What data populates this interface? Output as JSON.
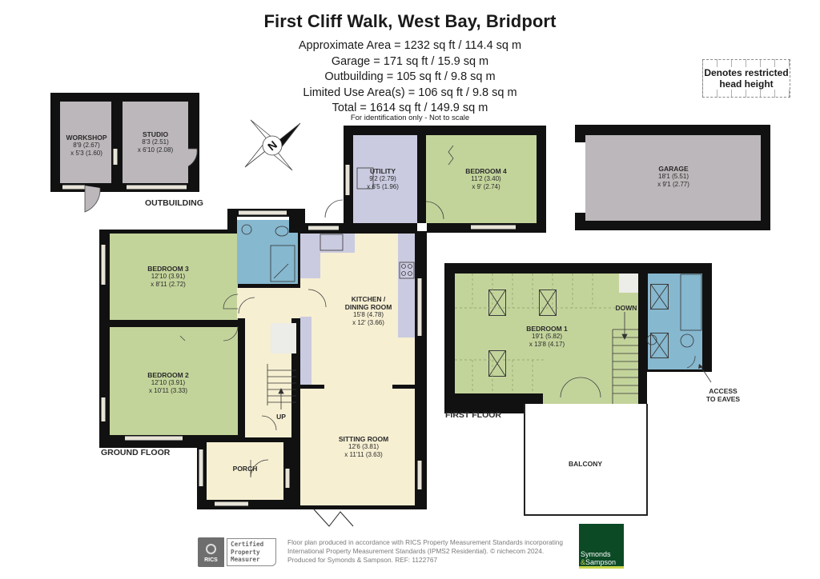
{
  "header": {
    "title": "First Cliff Walk, West Bay, Bridport",
    "areas": [
      "Approximate Area = 1232 sq ft / 114.4 sq m",
      "Garage = 171 sq ft / 15.9 sq m",
      "Outbuilding = 105 sq ft / 9.8 sq m",
      "Limited Use Area(s) = 106 sq ft / 9.8 sq m",
      "Total = 1614 sq ft / 149.9 sq m"
    ],
    "note": "For identification only - Not to scale"
  },
  "legend": {
    "label": "Denotes restricted head height"
  },
  "compass": {
    "letter": "N",
    "icon": "north-arrow-compass-icon"
  },
  "floors": {
    "outbuilding": {
      "label": "OUTBUILDING",
      "rooms": [
        {
          "name": "WORKSHOP",
          "dim1": "8'9 (2.67)",
          "dim2": "x 5'3 (1.60)"
        },
        {
          "name": "STUDIO",
          "dim1": "8'3 (2.51)",
          "dim2": "x 6'10 (2.08)"
        }
      ]
    },
    "garage": {
      "rooms": [
        {
          "name": "GARAGE",
          "dim1": "18'1 (5.51)",
          "dim2": "x 9'1 (2.77)"
        }
      ]
    },
    "ground": {
      "label": "GROUND FLOOR",
      "rooms": [
        {
          "name": "UTILITY",
          "dim1": "9'2 (2.79)",
          "dim2": "x 6'5 (1.96)"
        },
        {
          "name": "BEDROOM 4",
          "dim1": "11'2 (3.40)",
          "dim2": "x 9' (2.74)"
        },
        {
          "name": "BEDROOM 3",
          "dim1": "12'10 (3.91)",
          "dim2": "x 8'11 (2.72)"
        },
        {
          "name": "BEDROOM 2",
          "dim1": "12'10 (3.91)",
          "dim2": "x 10'11 (3.33)"
        },
        {
          "name": "KITCHEN /",
          "name2": "DINING ROOM",
          "dim1": "15'8 (4.78)",
          "dim2": "x 12' (3.66)"
        },
        {
          "name": "SITTING ROOM",
          "dim1": "12'6 (3.81)",
          "dim2": "x 11'11 (3.63)"
        },
        {
          "name": "PORCH"
        }
      ],
      "stairs_label": "UP"
    },
    "first": {
      "label": "FIRST FLOOR",
      "rooms": [
        {
          "name": "BEDROOM 1",
          "dim1": "19'1 (5.82)",
          "dim2": "x 13'8 (4.17)"
        },
        {
          "name": "BALCONY"
        }
      ],
      "stairs_label": "DOWN",
      "eaves_label_1": "ACCESS",
      "eaves_label_2": "TO EAVES"
    }
  },
  "colors": {
    "bedroom_green": "#c3d49b",
    "hall_cream": "#f6efd2",
    "garage_grey": "#bcb7ba",
    "utility_lavender": "#cacbe0",
    "bathroom_blue": "#86b8cf",
    "wall_black": "#111111",
    "brand_green": "#0b4a25"
  },
  "footer": {
    "rics_badge": "RICS",
    "rics_cert": [
      "Certified",
      "Property",
      "Measurer"
    ],
    "disclaimer": [
      "Floor plan produced in accordance with RICS Property Measurement Standards incorporating",
      "International Property Measurement Standards (IPMS2 Residential).   © nichecom 2024.",
      "Produced for Symonds & Sampson.   REF:  1122767"
    ],
    "brand_line1": "Symonds",
    "brand_amp": "&",
    "brand_line2": "Sampson"
  }
}
